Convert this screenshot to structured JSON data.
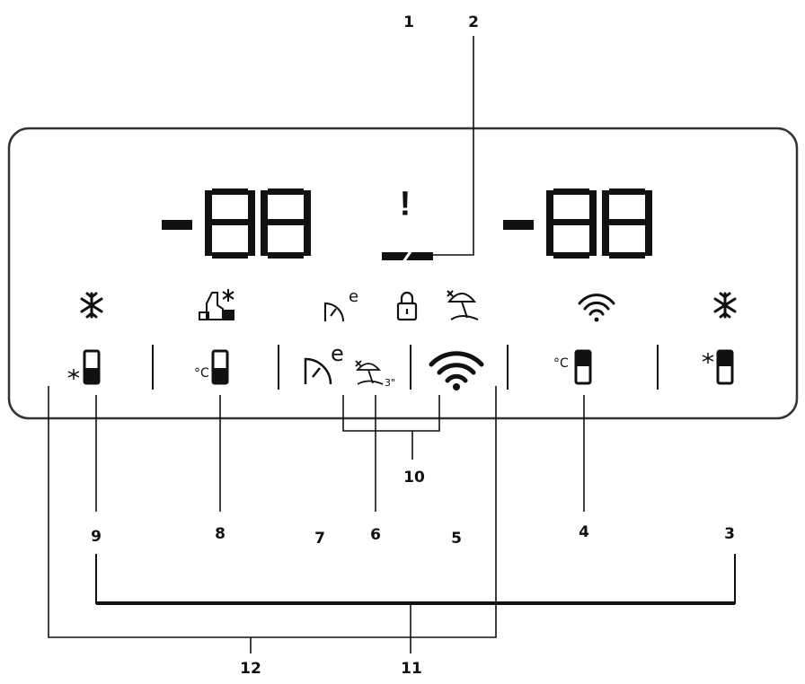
{
  "callouts": {
    "c1": "1",
    "c2": "2",
    "c3": "3",
    "c4": "4",
    "c5": "5",
    "c6": "6",
    "c7": "7",
    "c8": "8",
    "c9": "9",
    "c10": "10",
    "c11": "11",
    "c12": "12"
  },
  "display": {
    "left_temperature_minus_sign": "-",
    "right_temperature_minus_sign": "-",
    "alarm_symbol": "!"
  },
  "icons": {
    "top_row": [
      "freezer-snowflake-icon",
      "ice-maker-icon",
      "energy-saving-icon",
      "lock-icon",
      "vacation-icon",
      "wifi-icon",
      "freezer-snowflake-icon"
    ],
    "button_row": [
      "freezer-select-icon",
      "fridge-temp-icon",
      "energy-saving-icon",
      "vacation-3s-icon",
      "wifi-icon",
      "fridge-temp-icon",
      "freezer-select-icon"
    ]
  },
  "colors": {
    "ink": "#111111",
    "panel_border": "#333333"
  }
}
